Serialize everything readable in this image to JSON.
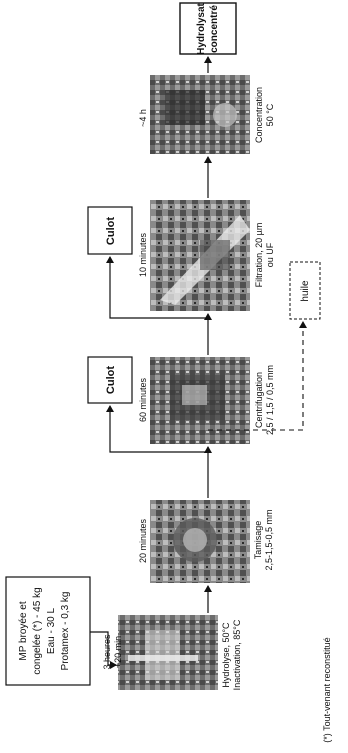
{
  "input_box": {
    "line1": "MP broyée et",
    "line2": "congelée (*) - 45 kg",
    "line3": "Eau - 30 L",
    "line4": "Protamex - 0,3 kg"
  },
  "steps": [
    {
      "duration_line1": "3 heures",
      "duration_line2": "+20 min",
      "label_line1": "Hydrolyse, 50°C",
      "label_line2": "Inactivation, 85°C"
    },
    {
      "duration_line1": "20 minutes",
      "duration_line2": "",
      "label_line1": "Tamisage",
      "label_line2": "2,5-1,5-0,5 mm"
    },
    {
      "duration_line1": "60 minutes",
      "duration_line2": "",
      "label_line1": "Centrifugation",
      "label_line2": "2,5 / 1,5 / 0,5 mm"
    },
    {
      "duration_line1": "10 minutes",
      "duration_line2": "",
      "label_line1": "Filtration, 20 µm",
      "label_line2": "ou UF"
    },
    {
      "duration_line1": "~4 h",
      "duration_line2": "",
      "label_line1": "Concentration",
      "label_line2": "50 °C"
    }
  ],
  "side_outputs": {
    "culot_1": "Culot",
    "culot_2": "Culot",
    "huile": "huile"
  },
  "final_output": {
    "line1": "Hydrolysat",
    "line2": "concentré"
  },
  "footnote": "(*) Tout-venant reconstitué",
  "colors": {
    "line": "#111111",
    "photo_dark": "#3a3a3a",
    "photo_mid": "#7a7a7a",
    "photo_light": "#c8c8c8"
  }
}
